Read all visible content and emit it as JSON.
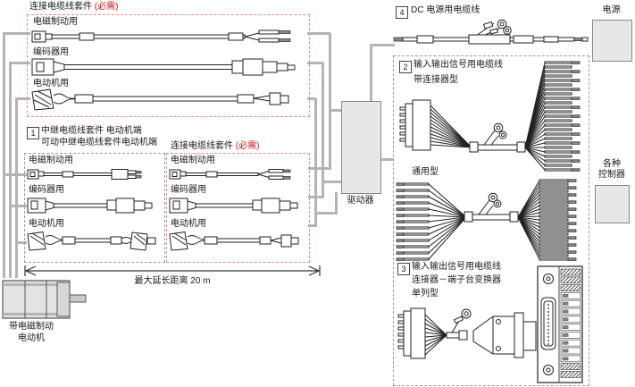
{
  "colors": {
    "required_red": "#cc1111",
    "dashed_red": "#ec8a86",
    "dashed_gray": "#9a9a9a",
    "connector_line_gray": "#b4b4b4",
    "device_box_fill": "#e7e7e7"
  },
  "kit_top": {
    "title": "连接电缆线套件",
    "required": "(必需)",
    "rows": [
      "电磁制动用",
      "编码器用",
      "电动机用"
    ]
  },
  "section1": {
    "num": "1",
    "title_line1": "中继电缆线套件 电动机端",
    "title_line2": "可动中继电缆线套件电动机端",
    "relay_rows": [
      "电磁制动用",
      "编码器用",
      "电动机用"
    ],
    "kit_title": "连接电缆线套件",
    "kit_required": "(必需)",
    "kit_rows": [
      "电磁制动用",
      "编码器用",
      "电动机用"
    ]
  },
  "distance_label": "最大延长距离 20 m",
  "motor": {
    "label_line1": "带电磁制动",
    "label_line2": "电动机"
  },
  "driver": {
    "label": "驱动器"
  },
  "power": {
    "label": "电源"
  },
  "controllers": {
    "label_line1": "各种",
    "label_line2": "控制器"
  },
  "section4": {
    "num": "4",
    "title": "DC 电源用电缆线"
  },
  "section2": {
    "num": "2",
    "title": "输入输出信号用电缆线",
    "subtitle": "带连接器型",
    "general_label": "通用型"
  },
  "section3": {
    "num": "3",
    "title": "输入输出信号用电缆线",
    "line2": "连接器－端子台变换器",
    "line3": "单列型"
  }
}
